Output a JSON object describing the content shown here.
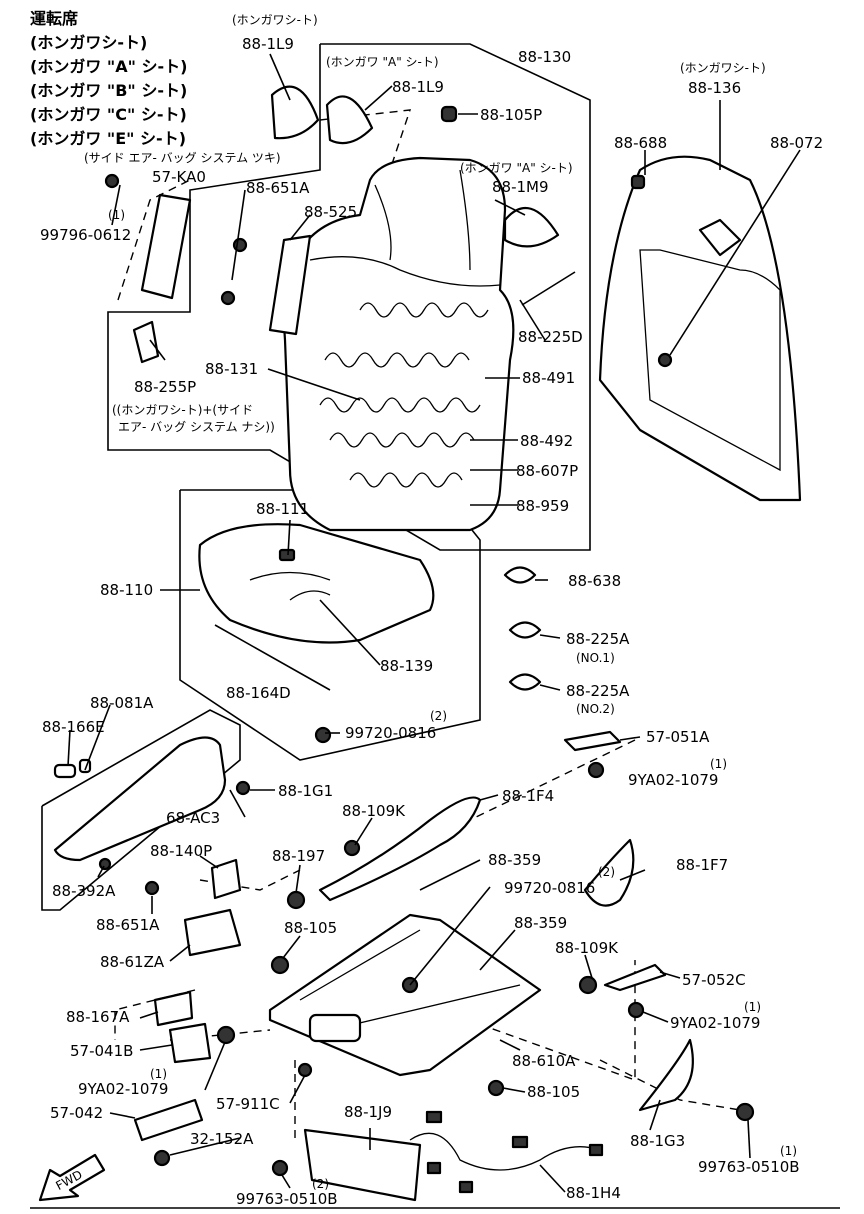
{
  "header": {
    "line1": "運転席",
    "line2": "(ホンガワシ-ト)",
    "line3": "(ホンガワ \"A\" シ-ト)",
    "line4": "(ホンガワ \"B\" シ-ト)",
    "line5": "(ホンガワ \"C\" シ-ト)",
    "line6": "(ホンガワ \"E\" シ-ト)",
    "line7": "(サイド エア- バッグ システム ツキ)",
    "line8": "57-KA0"
  },
  "notes": {
    "honkawa_seat": "(ホンガワシ-ト)",
    "honkawa_a_seat": "(ホンガワ \"A\" シ-ト)",
    "honkawa_a_seat_2": "(ホンガワ \"A\" シ-ト)",
    "honkawa_seat_2": "(ホンガワシ-ト)",
    "no_airbag_1": "((ホンガワシ-ト)+(サイド",
    "no_airbag_2": "エア- バッグ システム ナシ))",
    "no1": "(NO.1)",
    "no2": "(NO.2)",
    "qty2a": "(2)",
    "qty2b": "(2)",
    "qty2c": "(2)",
    "qty1a": "(1)",
    "qty1b": "(1)",
    "qty1c": "(1)",
    "qty1d": "(1)",
    "qty1e": "(1)"
  },
  "labels": {
    "p88_1L9_a": "88-1L9",
    "p88_1L9_b": "88-1L9",
    "p88_130": "88-130",
    "p88_105P": "88-105P",
    "p88_1M9": "88-1M9",
    "p88_136": "88-136",
    "p88_688": "88-688",
    "p88_072": "88-072",
    "p99796_0612": "99796-0612",
    "p88_651A_a": "88-651A",
    "p88_525": "88-525",
    "p88_225D": "88-225D",
    "p88_255P": "88-255P",
    "p88_131": "88-131",
    "p88_491": "88-491",
    "p88_492": "88-492",
    "p88_607P": "88-607P",
    "p88_959": "88-959",
    "p88_111": "88-111",
    "p88_110": "88-110",
    "p88_638": "88-638",
    "p88_225A_1": "88-225A",
    "p88_225A_2": "88-225A",
    "p88_139": "88-139",
    "p88_164D": "88-164D",
    "p99720_0816_a": "99720-0816",
    "p88_081A": "88-081A",
    "p88_166E": "88-166E",
    "p57_051A": "57-051A",
    "p9YA02_1079_a": "9YA02-1079",
    "p88_1G1": "88-1G1",
    "p68_AC3": "68-AC3",
    "p88_1F4": "88-1F4",
    "p88_109K_a": "88-109K",
    "p88_392A": "88-392A",
    "p88_140P": "88-140P",
    "p88_197": "88-197",
    "p88_359_a": "88-359",
    "p88_1F7": "88-1F7",
    "p99720_0816_b": "99720-0816",
    "p88_651A_b": "88-651A",
    "p88_359_b": "88-359",
    "p88_105_a": "88-105",
    "p88_109K_b": "88-109K",
    "p88_61ZA": "88-61ZA",
    "p57_052C": "57-052C",
    "p88_167A": "88-167A",
    "p9YA02_1079_b": "9YA02-1079",
    "p57_041B": "57-041B",
    "p88_610A": "88-610A",
    "p9YA02_1079_c": "9YA02-1079",
    "p88_105_b": "88-105",
    "p57_911C": "57-911C",
    "p57_042": "57-042",
    "p88_1J9": "88-1J9",
    "p88_1G3": "88-1G3",
    "p32_152A": "32-152A",
    "p99763_0510B_a": "99763-0510B",
    "p99763_0510B_b": "99763-0510B",
    "p88_1H4": "88-1H4",
    "fwd": "FWD"
  }
}
